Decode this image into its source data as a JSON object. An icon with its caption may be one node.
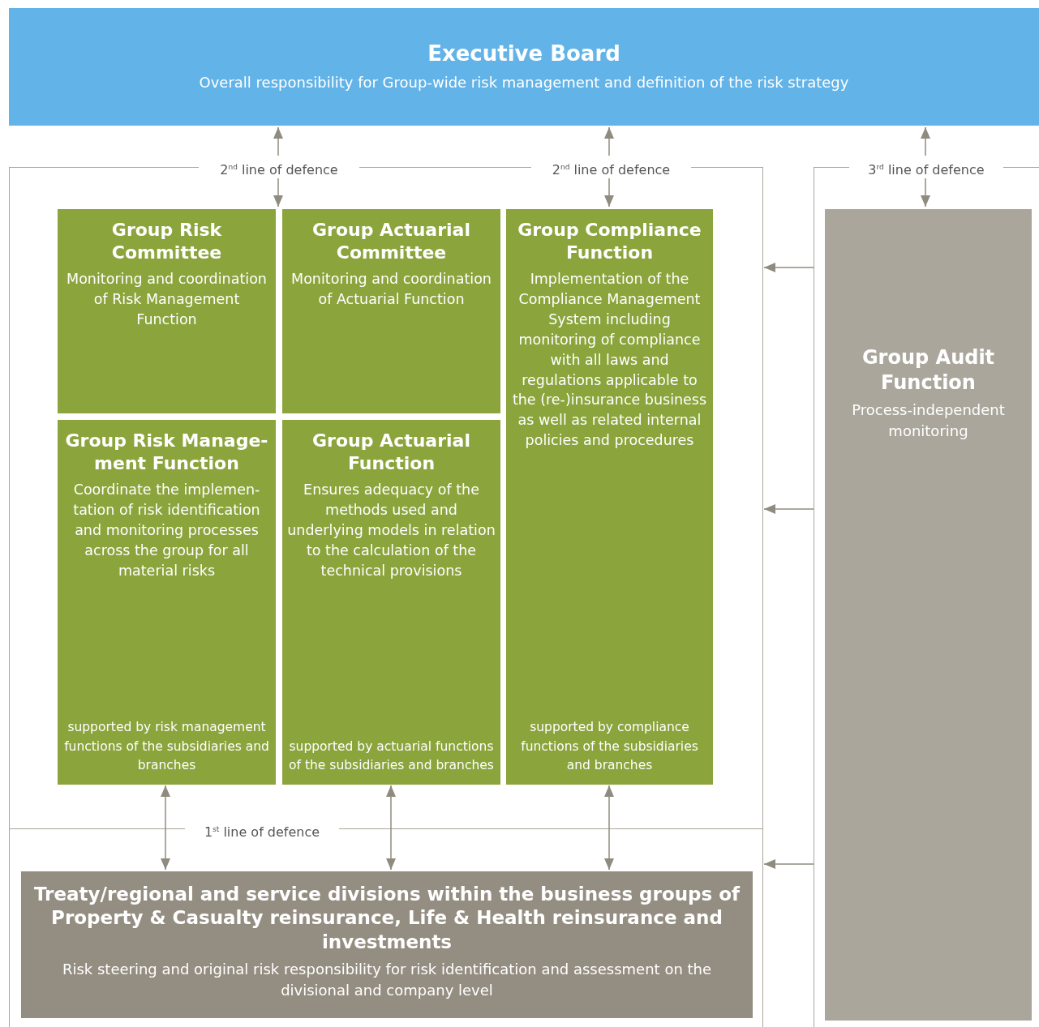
{
  "diagram": {
    "nodes": [
      {
        "text": [
          "Executive Board",
          "Overall responsibility for Group-wide risk management and definition of the risk strategy"
        ]
      },
      {
        "text": [],
        "shape": "box"
      },
      {
        "text": [
          "Group Risk Committee",
          "Monitoring and coordination of Risk Management Function"
        ],
        "in": 1
      },
      {
        "text": [
          "Group Actuarial Committee",
          "Monitoring and coordination of Actuarial Function"
        ],
        "in": 1
      },
      {
        "text": [
          "Group Compliance Function",
          "Implementation of the Compliance Management System including monitoring of compliance with all laws and regulations applicable to the (re-)insurance business as well as related internal policies and procedures",
          "supported by compliance functions of the subsidiaries and branches"
        ],
        "in": 1
      },
      {
        "text": [
          "Group Risk Manage-ment Function",
          "Coordinate the implemen-tation of risk identification and monitoring processes across the group for all material risks",
          "supported by risk management functions of the subsidiaries and branches"
        ],
        "in": 1
      },
      {
        "text": [
          "Group Actuarial Function",
          "Ensures adequacy of the methods used and underlying models in relation to the calculation of the technical provisions",
          "supported by actuarial functions of the subsidiaries and branches"
        ],
        "in": 1
      },
      {
        "text": [],
        "shape": "box"
      },
      {
        "text": [
          "Treaty/regional and service divisions within the business groups of Property & Casualty reinsurance, Life & Health reinsurance and investments",
          "Risk steering and original risk responsibility for risk identification and assessment on the divisional and company level"
        ],
        "in": 7
      },
      {
        "text": [],
        "shape": "box"
      },
      {
        "text": [
          "Group Audit Function",
          "Process-independent monitoring"
        ],
        "in": 9
      },
      {
        "text": [
          "2$^{nd}$ line of defence"
        ]
      },
      {
        "text": [
          "2$^{nd}$ line of defence"
        ]
      },
      {
        "text": [
          "3$^{rd}$ line of defence"
        ]
      },
      {
        "text": [
          "1$^{st}$ line of defence"
        ]
      }
    ],
    "edges": [
      {
        "from": 11,
        "to": 0,
        "arrow": "to"
      },
      {
        "from": 11,
        "to": 2,
        "arrow": "to"
      },
      {
        "from": 12,
        "to": 0,
        "arrow": "to"
      },
      {
        "from": 12,
        "to": 4,
        "arrow": "to"
      },
      {
        "from": 13,
        "to": 0,
        "arrow": "to"
      },
      {
        "from": 13,
        "to": 10,
        "arrow": "to"
      },
      {
        "from": 9,
        "to": 1,
        "arrow": "to"
      },
      {
        "from": 9,
        "to": 1,
        "arrow": "to"
      },
      {
        "from": 9,
        "to": 7,
        "arrow": "to"
      },
      {
        "from": 5,
        "to": 8,
        "arrow": "both"
      },
      {
        "from": 6,
        "to": 8,
        "arrow": "both"
      },
      {
        "from": 4,
        "to": 8,
        "arrow": "both"
      }
    ]
  }
}
